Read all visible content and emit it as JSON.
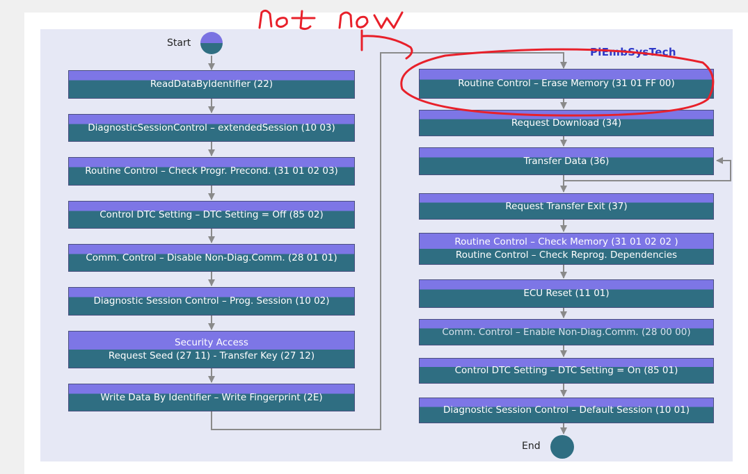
{
  "diagram": {
    "start_label": "Start",
    "end_label": "End",
    "brand": "PiEmbSysTech",
    "left_steps": [
      {
        "lines": [
          "ReadDataByIdentifier (22)"
        ]
      },
      {
        "lines": [
          "DiagnosticSessionControl – extendedSession (10 03)"
        ]
      },
      {
        "lines": [
          "Routine Control – Check Progr. Precond. (31 01 02 03)"
        ]
      },
      {
        "lines": [
          "Control DTC Setting – DTC Setting  = Off (85 02)"
        ]
      },
      {
        "lines": [
          "Comm. Control – Disable Non-Diag.Comm. (28 01 01)"
        ]
      },
      {
        "lines": [
          "Diagnostic Session Control – Prog. Session (10 02)"
        ]
      },
      {
        "lines": [
          "Security Access",
          "Request Seed  (27 11)  - Transfer Key   (27 12)"
        ]
      },
      {
        "lines": [
          "Write Data By Identifier – Write Fingerprint (2E)"
        ]
      }
    ],
    "right_steps": [
      {
        "lines": [
          "Routine Control – Erase Memory (31 01 FF 00)"
        ]
      },
      {
        "lines": [
          "Request Download (34)"
        ]
      },
      {
        "lines": [
          "Transfer Data (36)"
        ]
      },
      {
        "lines": [
          "Request Transfer Exit (37)"
        ]
      },
      {
        "lines": [
          "Routine Control – Check Memory (31 01 02 02 )",
          "Routine Control – Check Reprog. Dependencies"
        ]
      },
      {
        "lines": [
          "ECU Reset (11 01)"
        ]
      },
      {
        "lines": [
          "Comm. Control – Enable Non-Diag.Comm. (28 00 00)"
        ]
      },
      {
        "lines": [
          "Control DTC Setting – DTC Setting  = On (85 01)"
        ]
      },
      {
        "lines": [
          "Diagnostic Session Control – Default Session (10 01)"
        ]
      }
    ]
  },
  "annotation": {
    "handwritten_note": "not now",
    "ink_color": "#e8202a"
  },
  "colors": {
    "box_top": "#7d76e6",
    "box_bottom": "#2f6e82",
    "connector": "#8a8a8a"
  }
}
